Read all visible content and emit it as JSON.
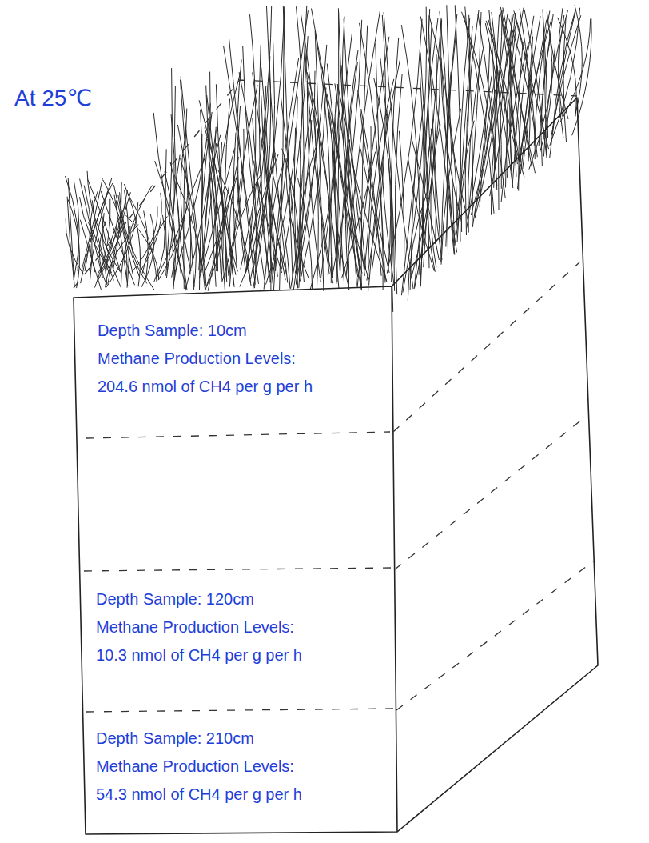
{
  "diagram": {
    "nodes": [
      {
        "text": [
          "Depth Sample: 10cm",
          "Methane Production Levels:",
          "204.6 nmol of CH4 per g per h"
        ]
      },
      {
        "text": [
          "Depth Sample: 120cm",
          "Methane Production Levels:",
          "10.3 nmol of CH4 per g per h"
        ]
      },
      {
        "text": [
          "Depth Sample: 210cm",
          "Methane Production Levels:",
          "54.3 nmol of CH4 per g per h"
        ]
      }
    ],
    "labels": [
      "At 25℃"
    ]
  }
}
